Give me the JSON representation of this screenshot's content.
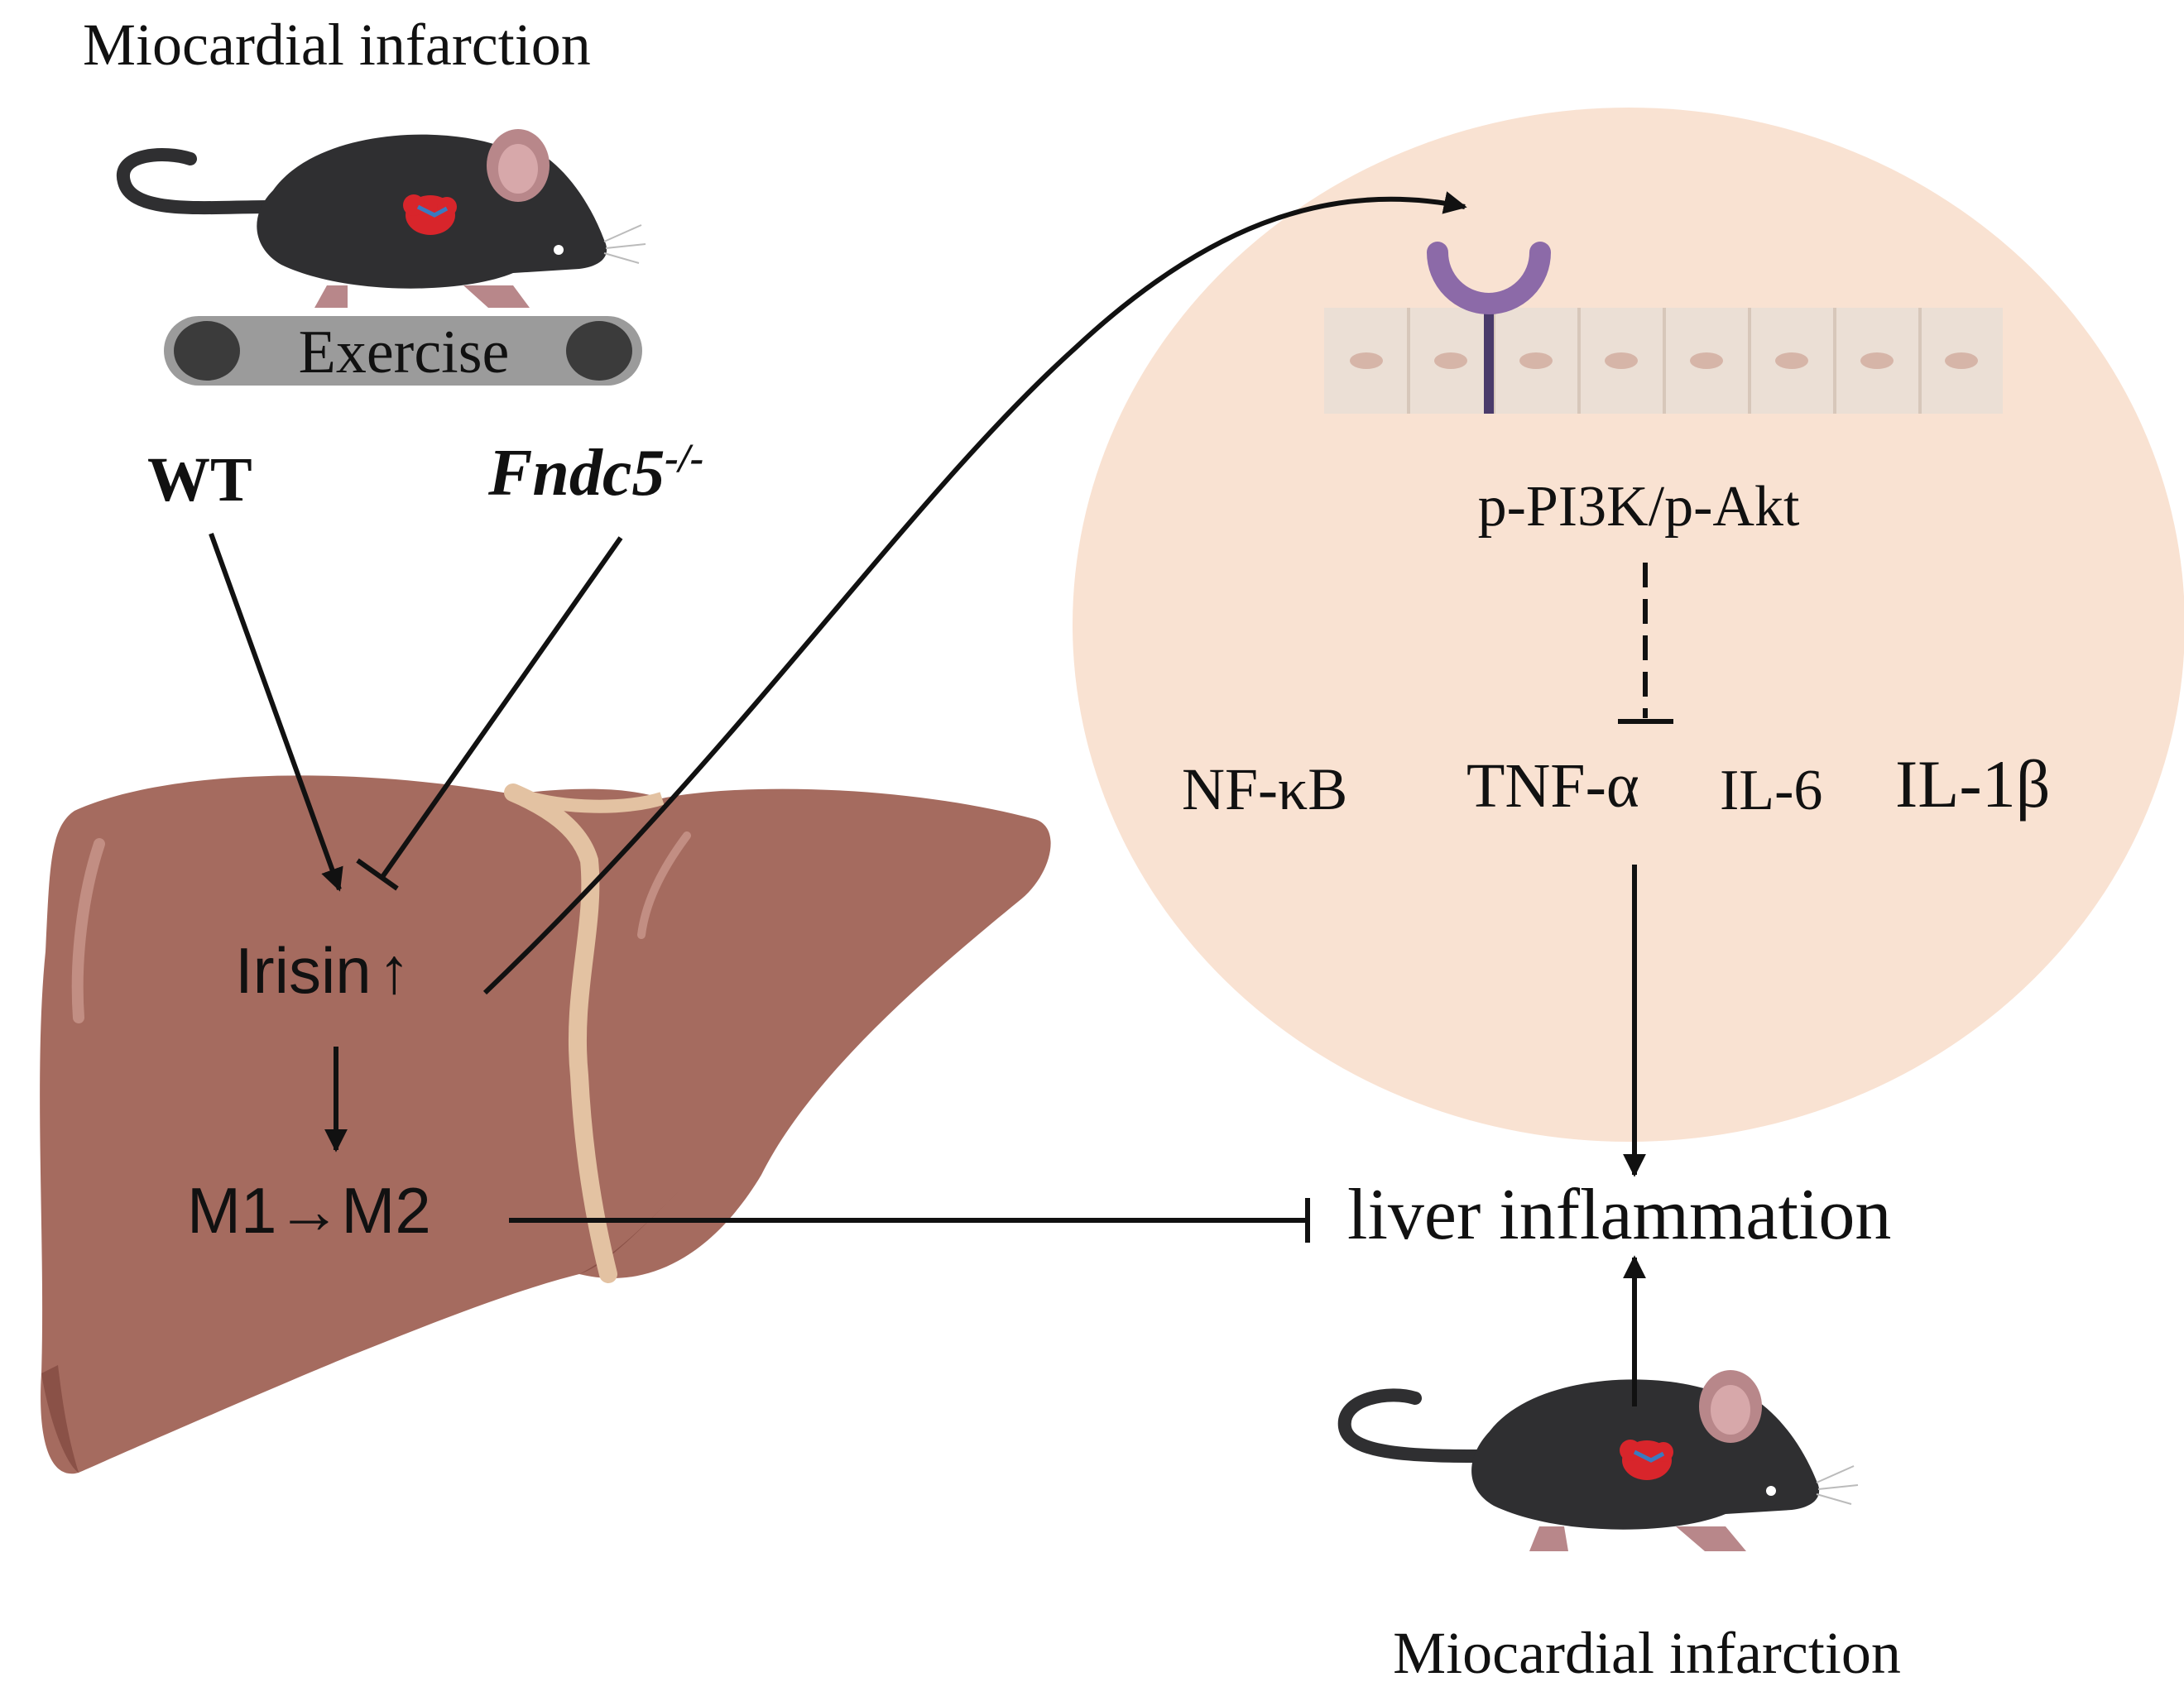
{
  "top_mouse": {
    "title": "Miocardial infarction",
    "treadmill_label": "Exercise"
  },
  "genotypes": {
    "wt": "WT",
    "ko_base": "Fndc5",
    "ko_sup": "-/-"
  },
  "liver": {
    "irisin": "Irisin",
    "up_arrow": "↑",
    "polarization": "M1→M2"
  },
  "cell_zoom": {
    "pathway": "p-PI3K/p-Akt",
    "cytokines": [
      "NF-κB",
      "TNF-α",
      "IL-6",
      "IL-1β"
    ]
  },
  "outcome": {
    "label": "liver inflammation"
  },
  "bottom_mouse": {
    "title": "Miocardial infarction"
  },
  "colors": {
    "liver": "#a56b5f",
    "liver_dark": "#8a5147",
    "ligament": "#e3c2a2",
    "circle": "#f9e2d2",
    "cell": "#ebdfd5",
    "cell_nucleus": "#d6b5a8",
    "receptor": "#8c6aa8",
    "mouse": "#2f2f31",
    "mouse_ear": "#b8878a",
    "heart": "#d8252b",
    "treadmill": "#9b9b9b",
    "line": "#111111"
  }
}
